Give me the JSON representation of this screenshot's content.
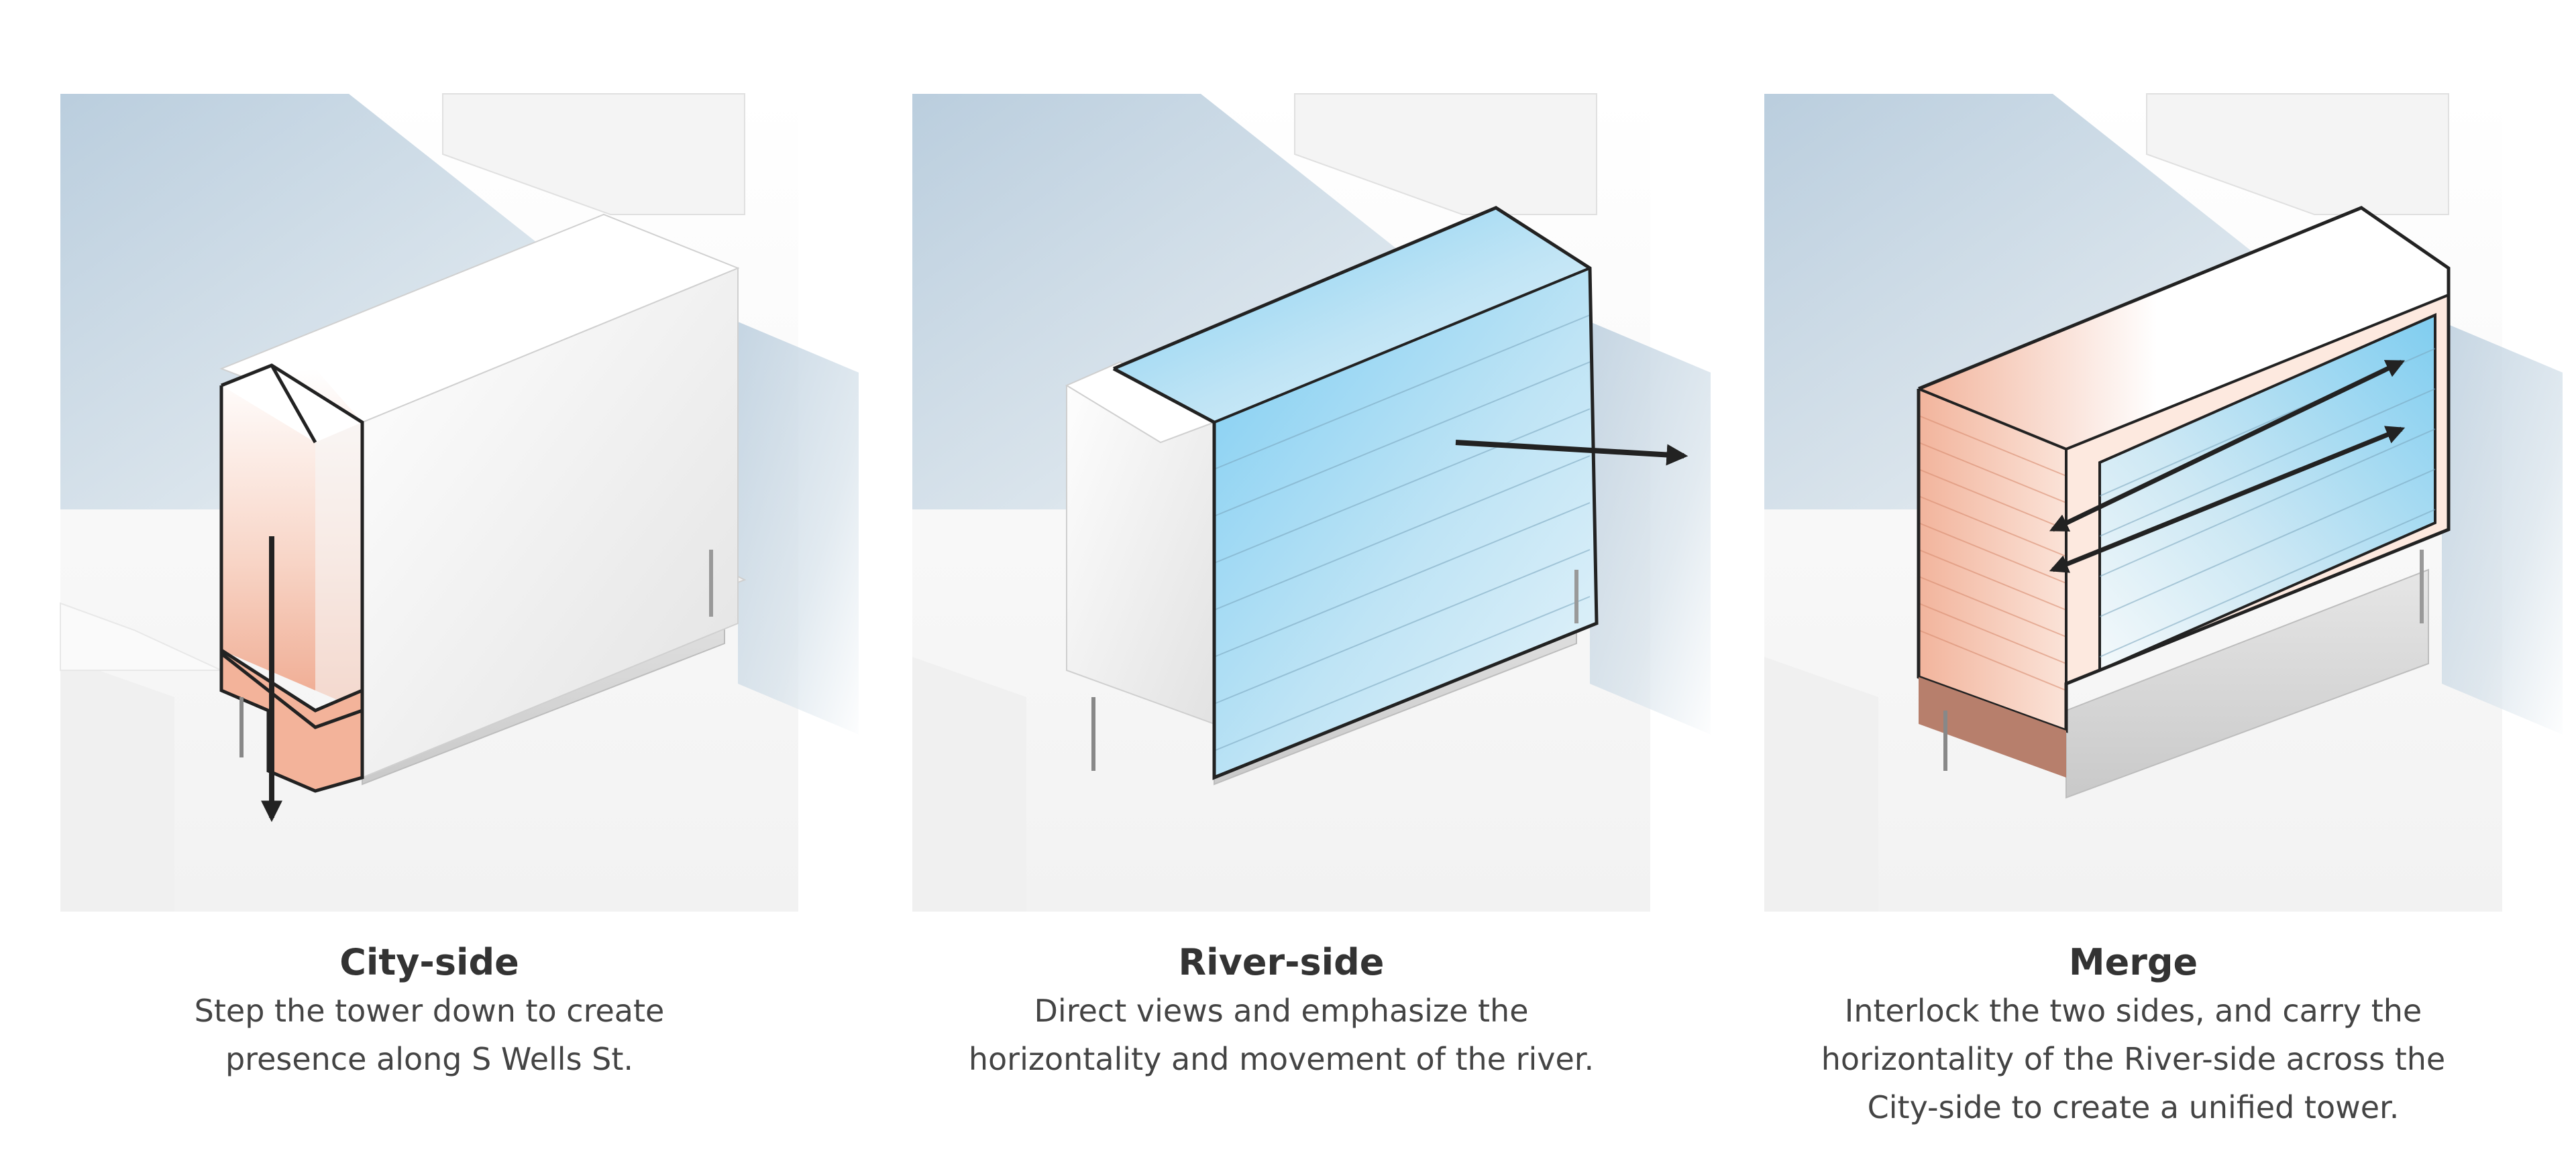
{
  "panels": [
    {
      "title": "City-side",
      "lines": [
        "Step the tower down to create",
        "presence along S Wells St."
      ]
    },
    {
      "title": "River-side",
      "lines": [
        "Direct views and emphasize the",
        "horizontality and movement of the river."
      ]
    },
    {
      "title": "Merge",
      "lines": [
        "Interlock the two sides, and carry the",
        "horizontality of the River-side across the",
        "City-side to create a unified tower."
      ]
    }
  ],
  "colors": {
    "city_side_salmon": "#f2b49c",
    "river_side_blue": "#8fd3f3",
    "water_blue": "#c4d6e4",
    "outline": "#222222"
  },
  "icons": [
    "arrow-down-icon",
    "arrow-right-icon",
    "double-arrow-icon"
  ]
}
